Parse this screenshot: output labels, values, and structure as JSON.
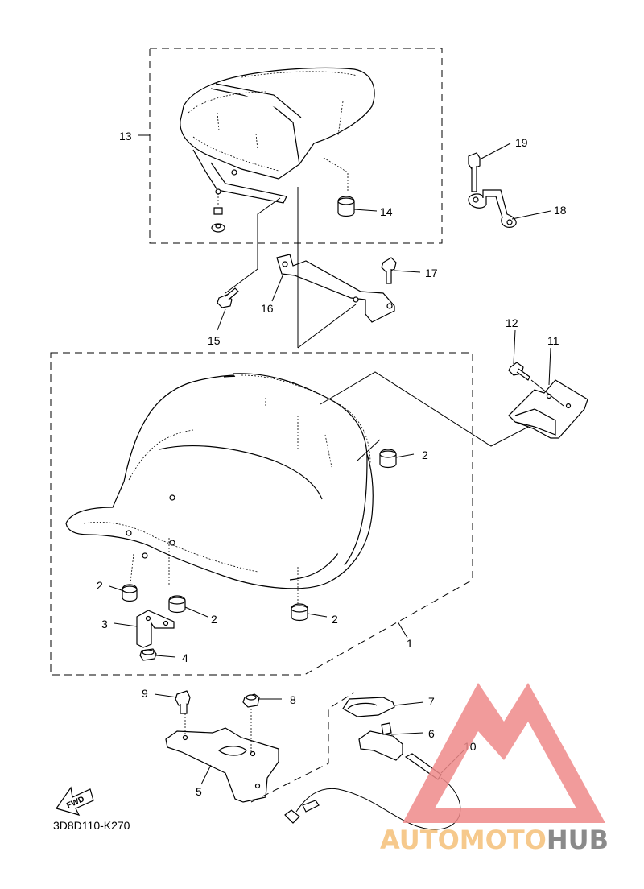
{
  "diagram_code": "3D8D110-K270",
  "fwd_label": "FWD",
  "callouts": {
    "c1": "1",
    "c2a": "2",
    "c2b": "2",
    "c2c": "2",
    "c2d": "2",
    "c3": "3",
    "c4": "4",
    "c5": "5",
    "c6": "6",
    "c7": "7",
    "c8": "8",
    "c9": "9",
    "c10": "10",
    "c11": "11",
    "c12": "12",
    "c13": "13",
    "c14": "14",
    "c15": "15",
    "c16": "16",
    "c17": "17",
    "c18": "18",
    "c19": "19"
  },
  "watermark": {
    "part1": "AUTO",
    "part2": "MOTO",
    "part3": "HUB",
    "color_primary": "#ef8a8a",
    "color_secondary": "#f6c98c",
    "color_tertiary": "#8a8a8a"
  }
}
